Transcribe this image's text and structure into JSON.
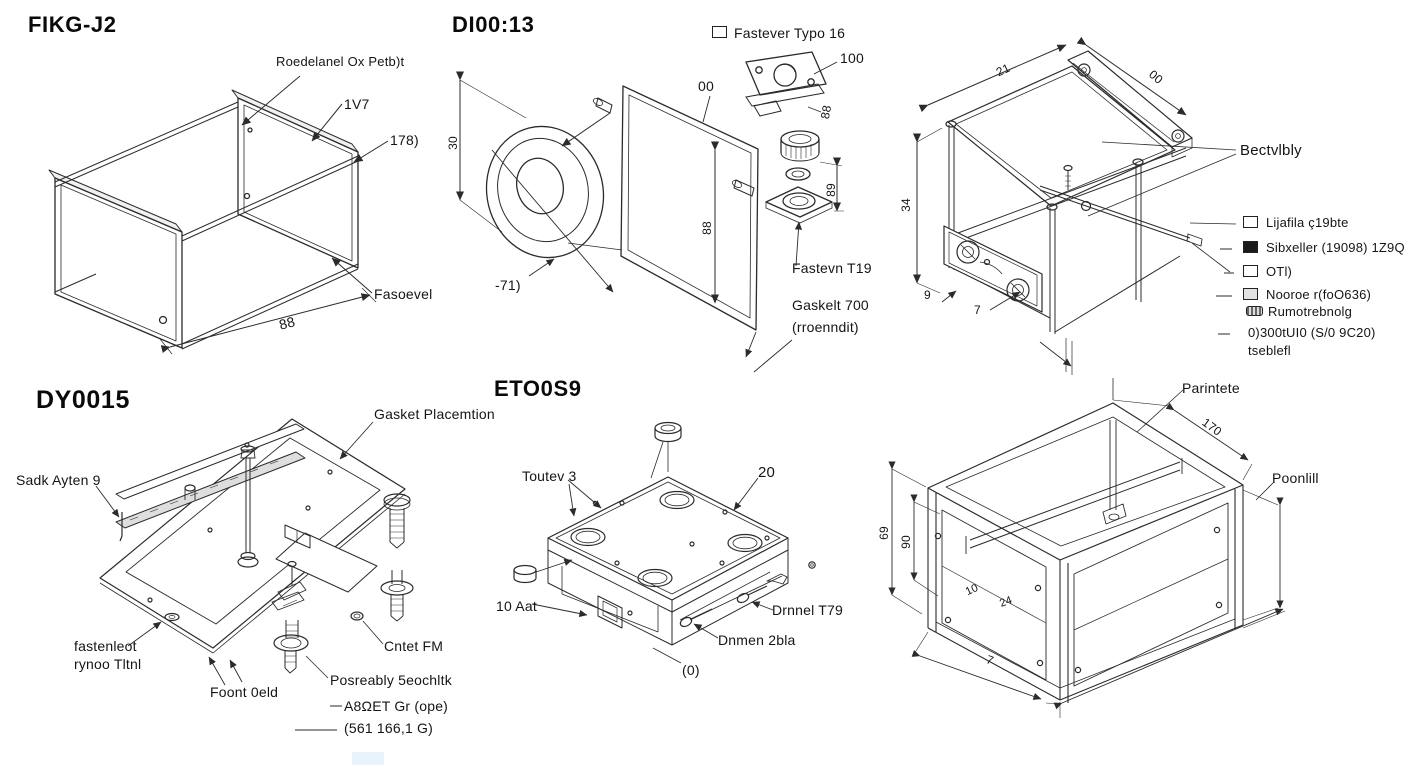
{
  "panel_fikg": {
    "title": "FIKG-J2",
    "part_label": "Roedelanel Ox Petb)t",
    "ref_1": "1V7",
    "ref_2": "178)",
    "fastener_label": "Fasoevel",
    "dim_width": "88"
  },
  "panel_di": {
    "title": "DI00:13",
    "legend_fastener": "Fastever Typo 16",
    "ref_100": "100",
    "ref_00": "00",
    "dim_left": "30",
    "dim_mid": "88",
    "dim_small_upper": "88",
    "dim_small_lower": "89",
    "ring_ref": "-71)",
    "fastener_label": "Fastevn T19",
    "gasket_line1": "Gaskelt 700",
    "gasket_line2": "(rroenndit)"
  },
  "panel_assembly": {
    "callout": "Bectvlbly",
    "dim_top_left": "21",
    "dim_top_right": "00",
    "dim_left": "34",
    "dim_b1": "9",
    "dim_b2": "7",
    "legend": [
      {
        "text": "Lijafila ç19bte"
      },
      {
        "text": "Sibxeller (19098) 1Z9Q"
      },
      {
        "text": "OTl)"
      },
      {
        "text": "Nooroe r(foO636)"
      },
      {
        "text": "Rumotrebnolg"
      },
      {
        "text": "0)300tUI0 (S/0 9C20)"
      },
      {
        "text": "tseblefl"
      }
    ]
  },
  "panel_dy": {
    "title": "DY0015",
    "gasket_label": "Gasket Placemtion",
    "side_label": "Sadk Ayten 9",
    "fastener_line1": "fastenleot",
    "fastener_line2": "rynoo Tltnl",
    "foot_label": "Foont 0eld",
    "nut_label": "Cntet FM",
    "assembly_label": "Posreably 5eochltk",
    "note_1": "A8ΩET Gr (ope)",
    "note_2": "(561 166,1 G)"
  },
  "panel_eto": {
    "title": "ETO0S9",
    "top_label": "Toutev 3",
    "ref_20": "20",
    "side_label": "10 Aat",
    "screw_label_1": "Drnnel T79",
    "screw_label_2": "Dnmen 2bla",
    "ref_0": "(0)"
  },
  "panel_frame": {
    "callout_top": "Parintete",
    "callout_right": "Poonlill",
    "dim_left_outer": "69",
    "dim_left_inner": "90",
    "dim_top_right": "170",
    "dim_bottom": "7",
    "glyph_1": "10",
    "glyph_2": "24"
  }
}
